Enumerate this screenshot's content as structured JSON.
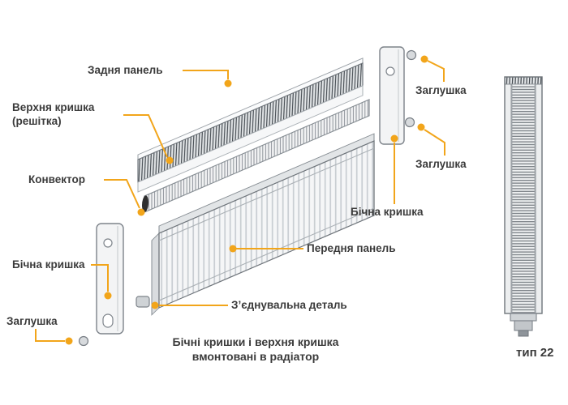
{
  "colors": {
    "accent": "#F2A51A",
    "text": "#3B3B3B",
    "outline_gray": "#7D838A"
  },
  "labels": {
    "back_panel": "Задня панель",
    "top_cover": "Верхня кришка (решітка)",
    "convector": "Конвектор",
    "side_cover_left": "Бічна кришка",
    "plug_bottom_left": "Заглушка",
    "plug_top_right": "Заглушка",
    "plug_right": "Заглушка",
    "side_cover_right": "Бічна кришка",
    "front_panel": "Передня панель",
    "connector": "З’єднувальна деталь",
    "note": "Бічні кришки і верхня кришка вмонтовані в радіатор",
    "type": "тип 22"
  }
}
